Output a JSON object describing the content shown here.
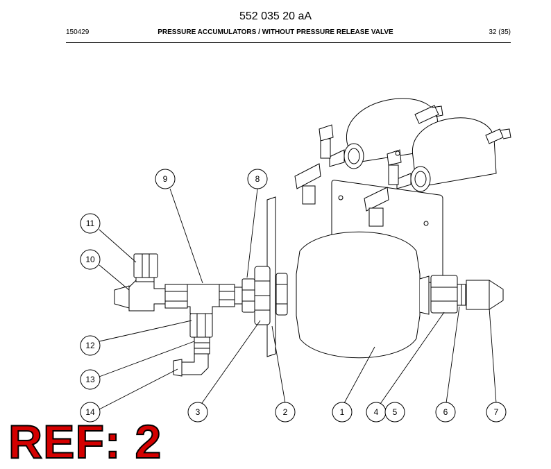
{
  "header": {
    "doc_number": "552 035 20 aA",
    "date": "150429",
    "title": "PRESSURE ACCUMULATORS / WITHOUT PRESSURE RELEASE VALVE",
    "page": "32 (35)"
  },
  "callouts": [
    "9",
    "8",
    "11",
    "10",
    "12",
    "13",
    "14",
    "3",
    "2",
    "1",
    "4",
    "5",
    "6",
    "7"
  ],
  "ref_stamp": {
    "text": "REF: 2",
    "color": "#d40000"
  }
}
